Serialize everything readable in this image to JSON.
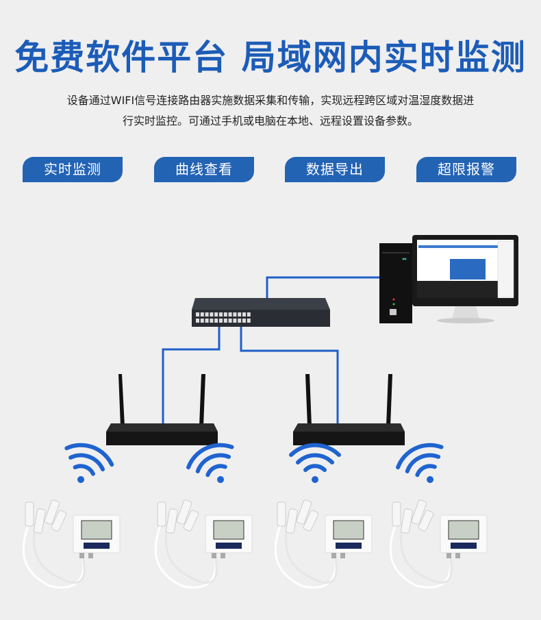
{
  "title": "免费软件平台 局域网内实时监测",
  "description": [
    "设备通过WIFI信号连接路由器实施数据采集和传输，实现远程跨区域对温湿度数据进",
    "行实时监控。可通过手机或电脑在本地、远程设置设备参数。"
  ],
  "features": [
    "实时监测",
    "曲线查看",
    "数据导出",
    "超限报警"
  ],
  "colors": {
    "accent": "#2363b4",
    "line": "#1f5fc8",
    "background": "#efefef"
  }
}
